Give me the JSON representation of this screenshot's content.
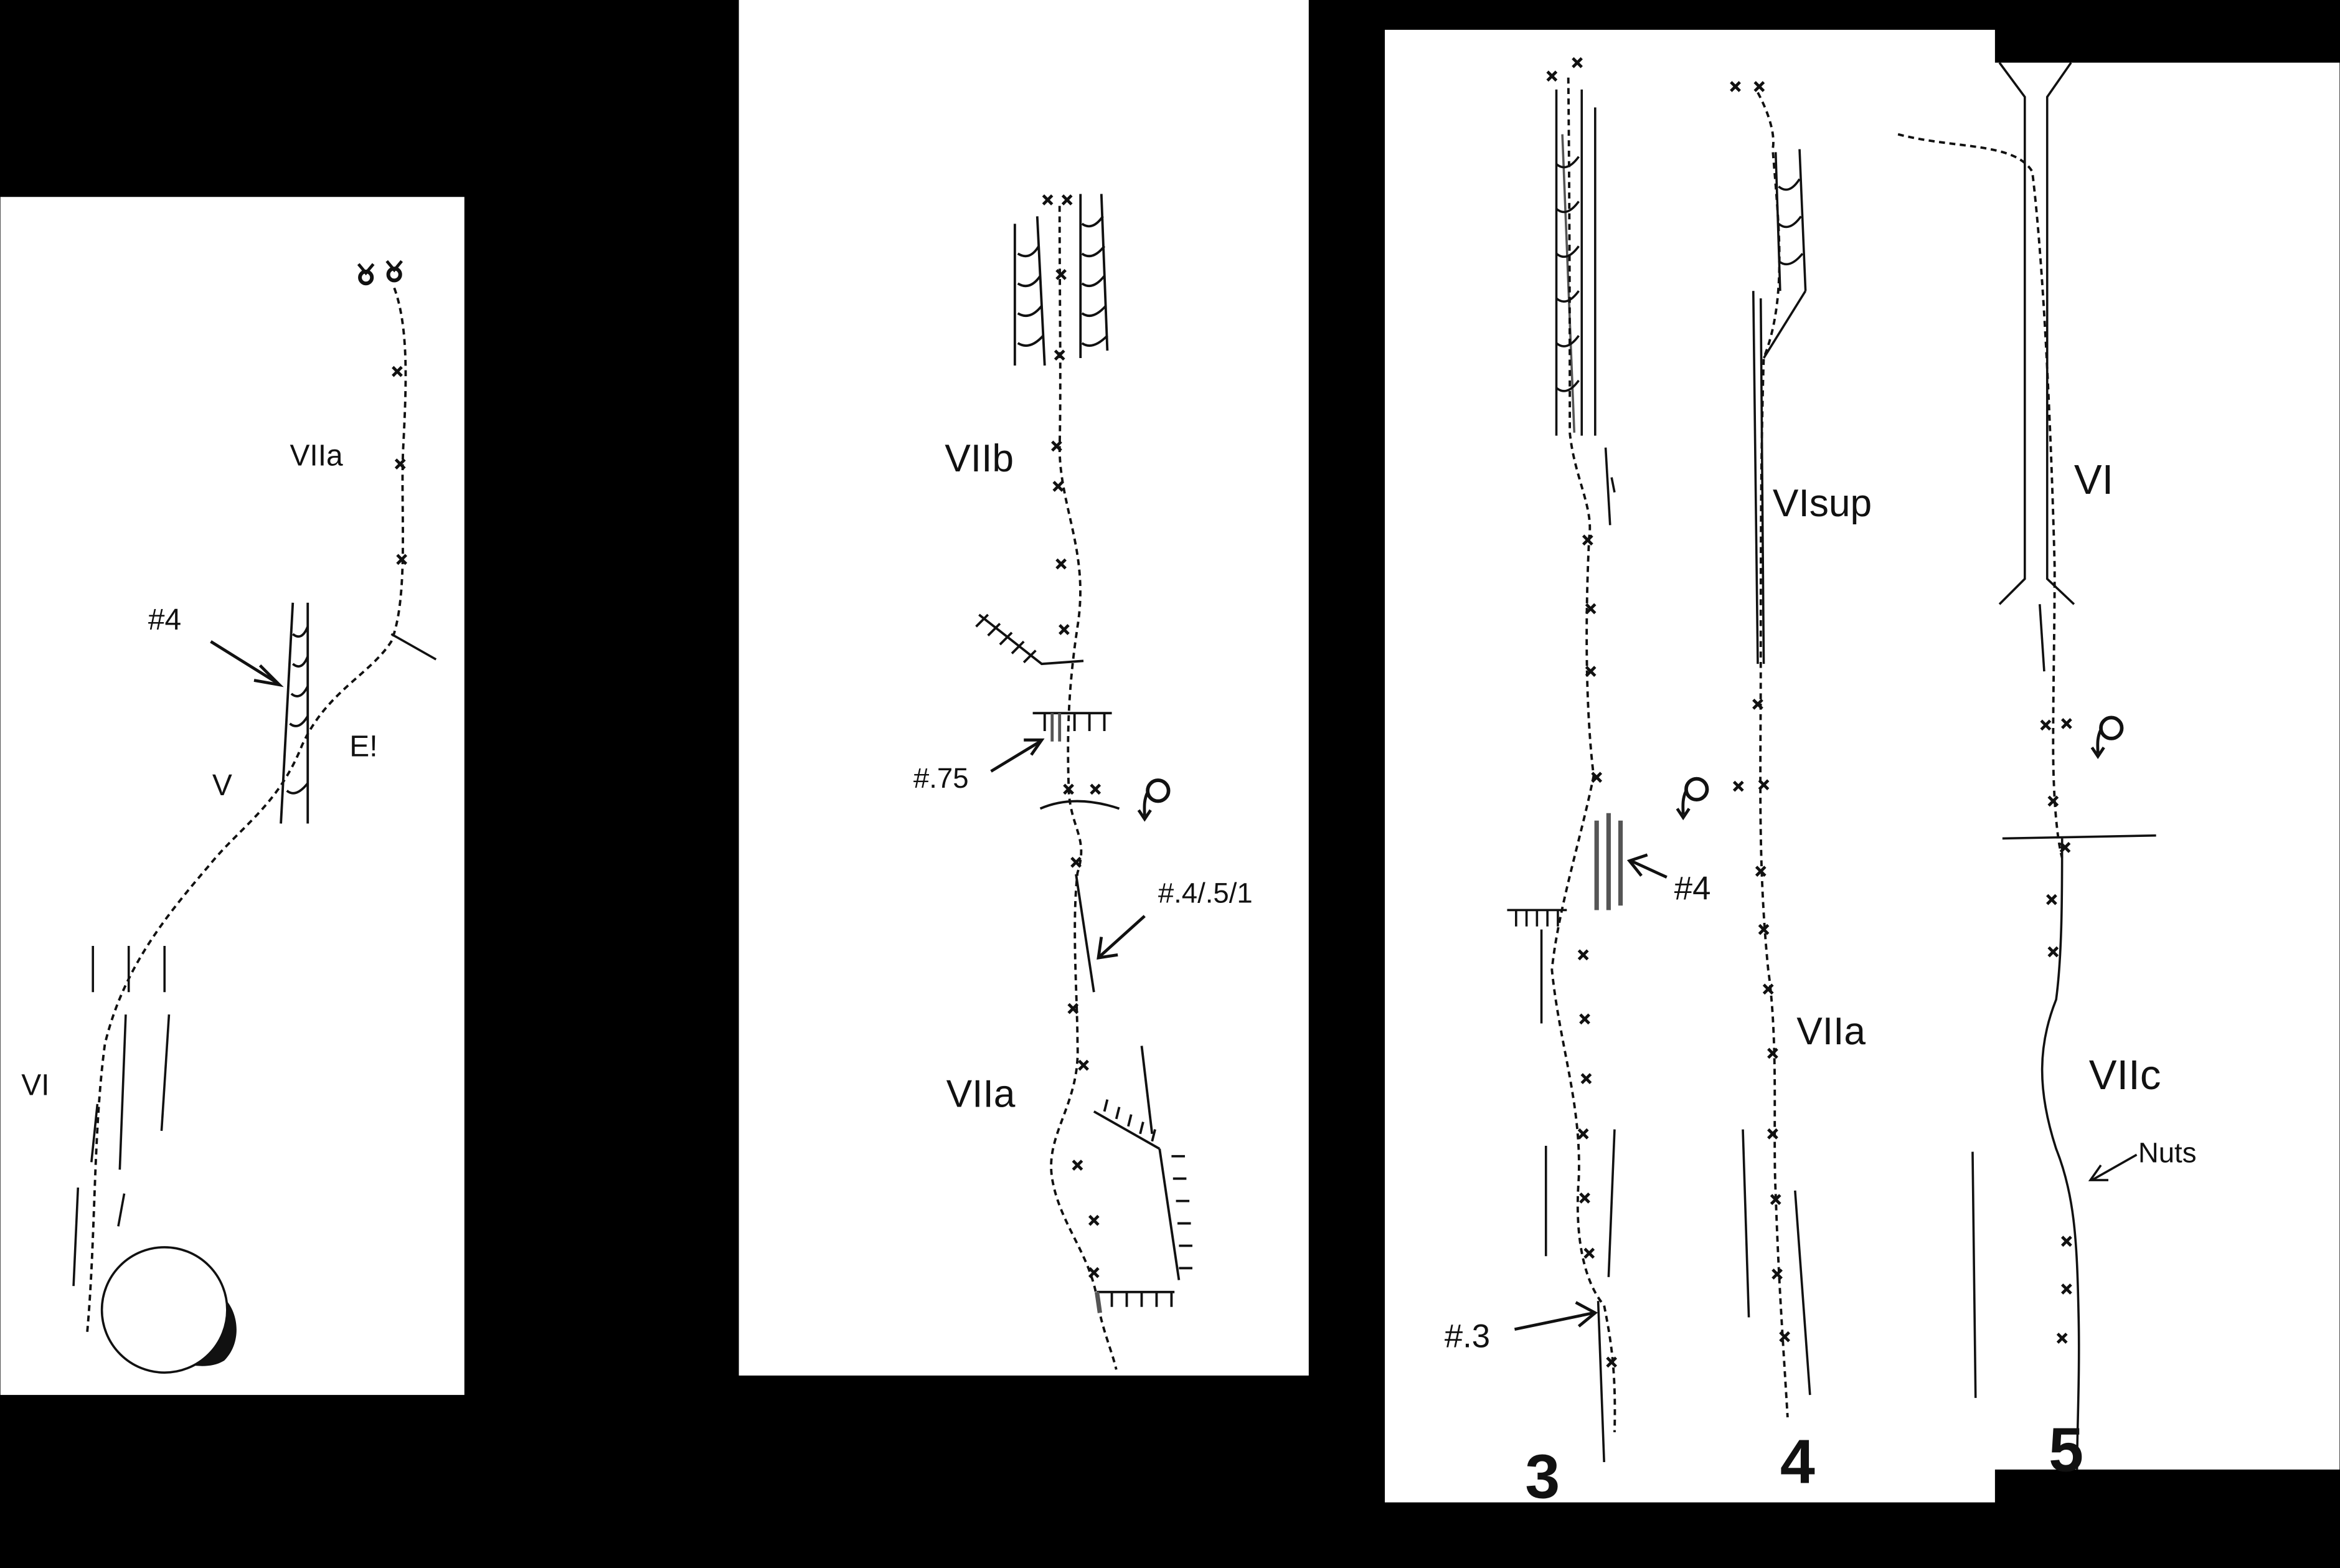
{
  "panels": [
    {
      "id": "left",
      "grades": [
        "VIIa",
        "V",
        "VI"
      ],
      "gear": [
        "#4"
      ],
      "notes": [
        "E!"
      ]
    },
    {
      "id": "middle",
      "grades": [
        "VIIb",
        "VIIa"
      ],
      "gear": [
        "#.75",
        "#.4/.5/1"
      ]
    },
    {
      "id": "right",
      "route_numbers": [
        "3",
        "4",
        "5"
      ],
      "grades": [
        "VIsup",
        "VI",
        "VIIa",
        "VIIc"
      ],
      "gear": [
        "#4",
        "#.3",
        "Nuts"
      ]
    }
  ],
  "symbol_meanings": {
    "bolt": "x mark",
    "belay": "pair of x marks",
    "lower_off": "ring with arrow"
  }
}
